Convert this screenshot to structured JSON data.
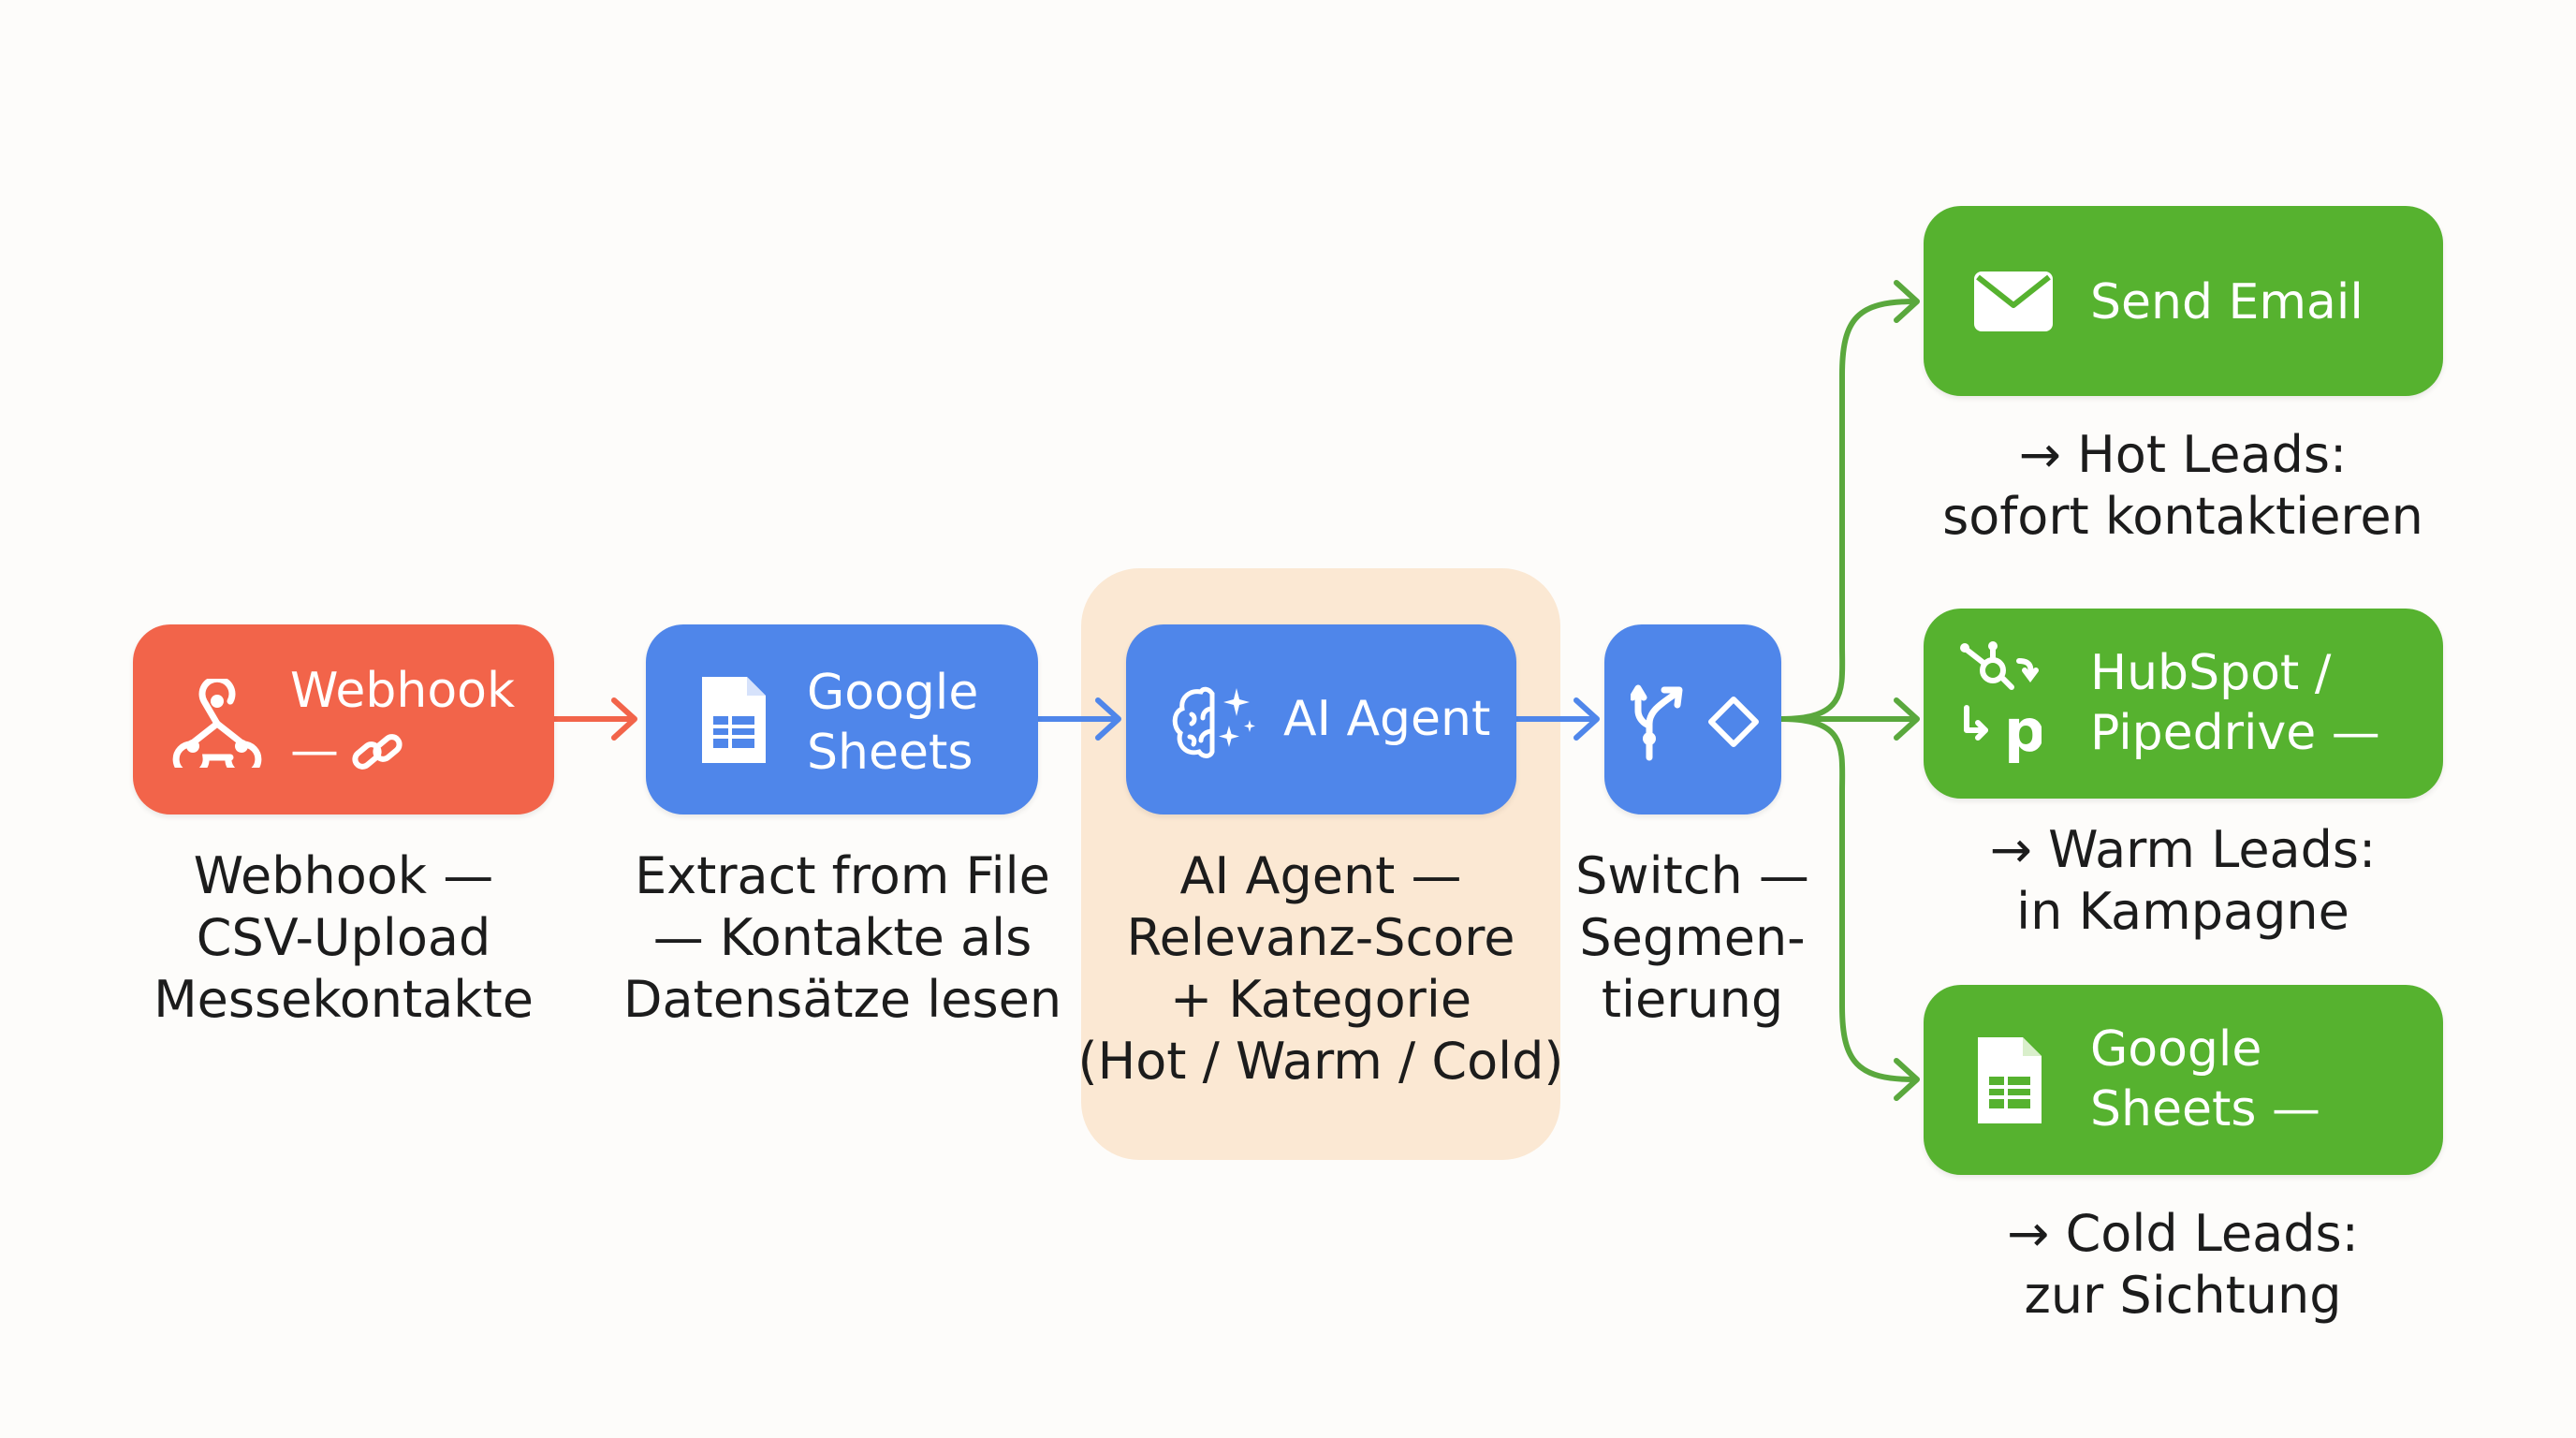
{
  "nodes": {
    "webhook": {
      "label_1": "Webhook",
      "label_2": "— ",
      "caption": [
        "Webhook —",
        "CSV-Upload",
        "Messekontakte"
      ]
    },
    "sheets_extract": {
      "label_1": "Google",
      "label_2": "Sheets",
      "caption": [
        "Extract from File",
        "— Kontakte als",
        "Datensätze lesen"
      ]
    },
    "ai_agent": {
      "label": "AI Agent",
      "caption": [
        "AI Agent —",
        "Relevanz-Score",
        "+ Kategorie",
        "(Hot / Warm / Cold)"
      ]
    },
    "switch": {
      "caption": [
        "Switch —",
        "Segmen-",
        "tierung"
      ]
    },
    "send_email": {
      "label": "Send Email",
      "caption": [
        "→ Hot Leads:",
        "sofort kontaktieren"
      ]
    },
    "crm": {
      "label_1": "HubSpot /",
      "label_2": "Pipedrive —",
      "caption": [
        "→ Warm Leads:",
        "in Kampagne"
      ]
    },
    "sheets_cold": {
      "label_1": "Google",
      "label_2": "Sheets —",
      "caption": [
        "→ Cold Leads:",
        "zur Sichtung"
      ]
    }
  },
  "colors": {
    "trigger": "#f2644a",
    "process": "#4f86ea",
    "output": "#56b22f",
    "highlight": "#fbe8d3",
    "text": "#1c1c1c"
  },
  "icons": [
    "webhook-icon",
    "link-icon",
    "google-sheets-icon",
    "brain-sparkle-icon",
    "switch-branch-icon",
    "diamond-icon",
    "envelope-icon",
    "hubspot-icon",
    "pipedrive-icon"
  ]
}
